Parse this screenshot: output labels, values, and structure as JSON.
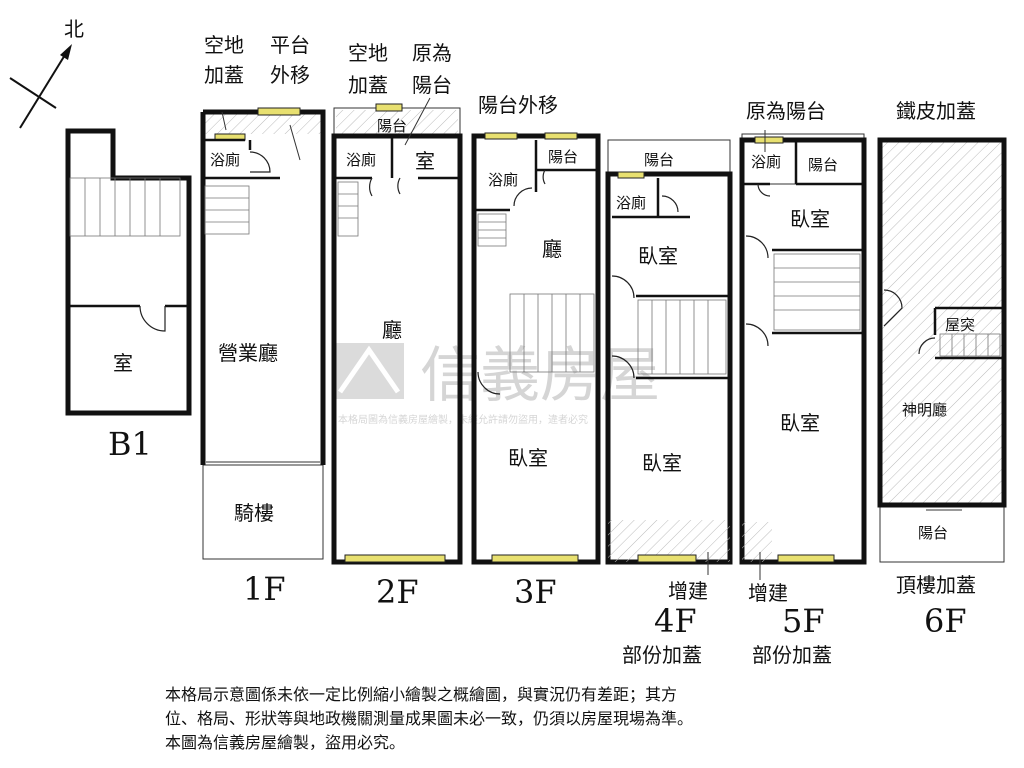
{
  "compass": {
    "label": "北"
  },
  "watermark": {
    "brand": "信義房屋",
    "disclaimer": "本格局圖為信義房屋繪製，未經允許請勿盜用，違者必究"
  },
  "floors": {
    "b1": {
      "name": "B1",
      "rooms": [
        "室"
      ]
    },
    "f1": {
      "name": "1F",
      "rooms": [
        "浴廁",
        "營業廳",
        "騎樓"
      ],
      "notes": [
        "空地",
        "加蓋",
        "平台",
        "外移"
      ]
    },
    "f2": {
      "name": "2F",
      "rooms": [
        "陽台",
        "浴廁",
        "室",
        "廳"
      ],
      "notes": [
        "空地",
        "加蓋",
        "原為",
        "陽台"
      ]
    },
    "f3": {
      "name": "3F",
      "rooms": [
        "浴廁",
        "陽台",
        "廳",
        "臥室"
      ],
      "notes": [
        "陽台外移"
      ]
    },
    "f4": {
      "name": "4F",
      "sub": "部份加蓋",
      "rooms": [
        "陽台",
        "浴廁",
        "臥室",
        "臥室"
      ],
      "notes": [
        "增建"
      ]
    },
    "f5": {
      "name": "5F",
      "sub": "部份加蓋",
      "rooms": [
        "浴廁",
        "陽台",
        "臥室",
        "臥室"
      ],
      "notes": [
        "原為陽台",
        "增建"
      ]
    },
    "f6": {
      "name": "6F",
      "sub": "頂樓加蓋",
      "rooms": [
        "屋突",
        "神明廳",
        "陽台"
      ],
      "notes": [
        "鐵皮加蓋"
      ]
    }
  },
  "footer": [
    "本格局示意圖係未依一定比例縮小繪製之概繪圖，與實況仍有差距；其方",
    "位、格局、形狀等與地政機關測量成果圖未必一致，仍須以房屋現場為準。",
    "本圖為信義房屋繪製，盜用必究。"
  ]
}
